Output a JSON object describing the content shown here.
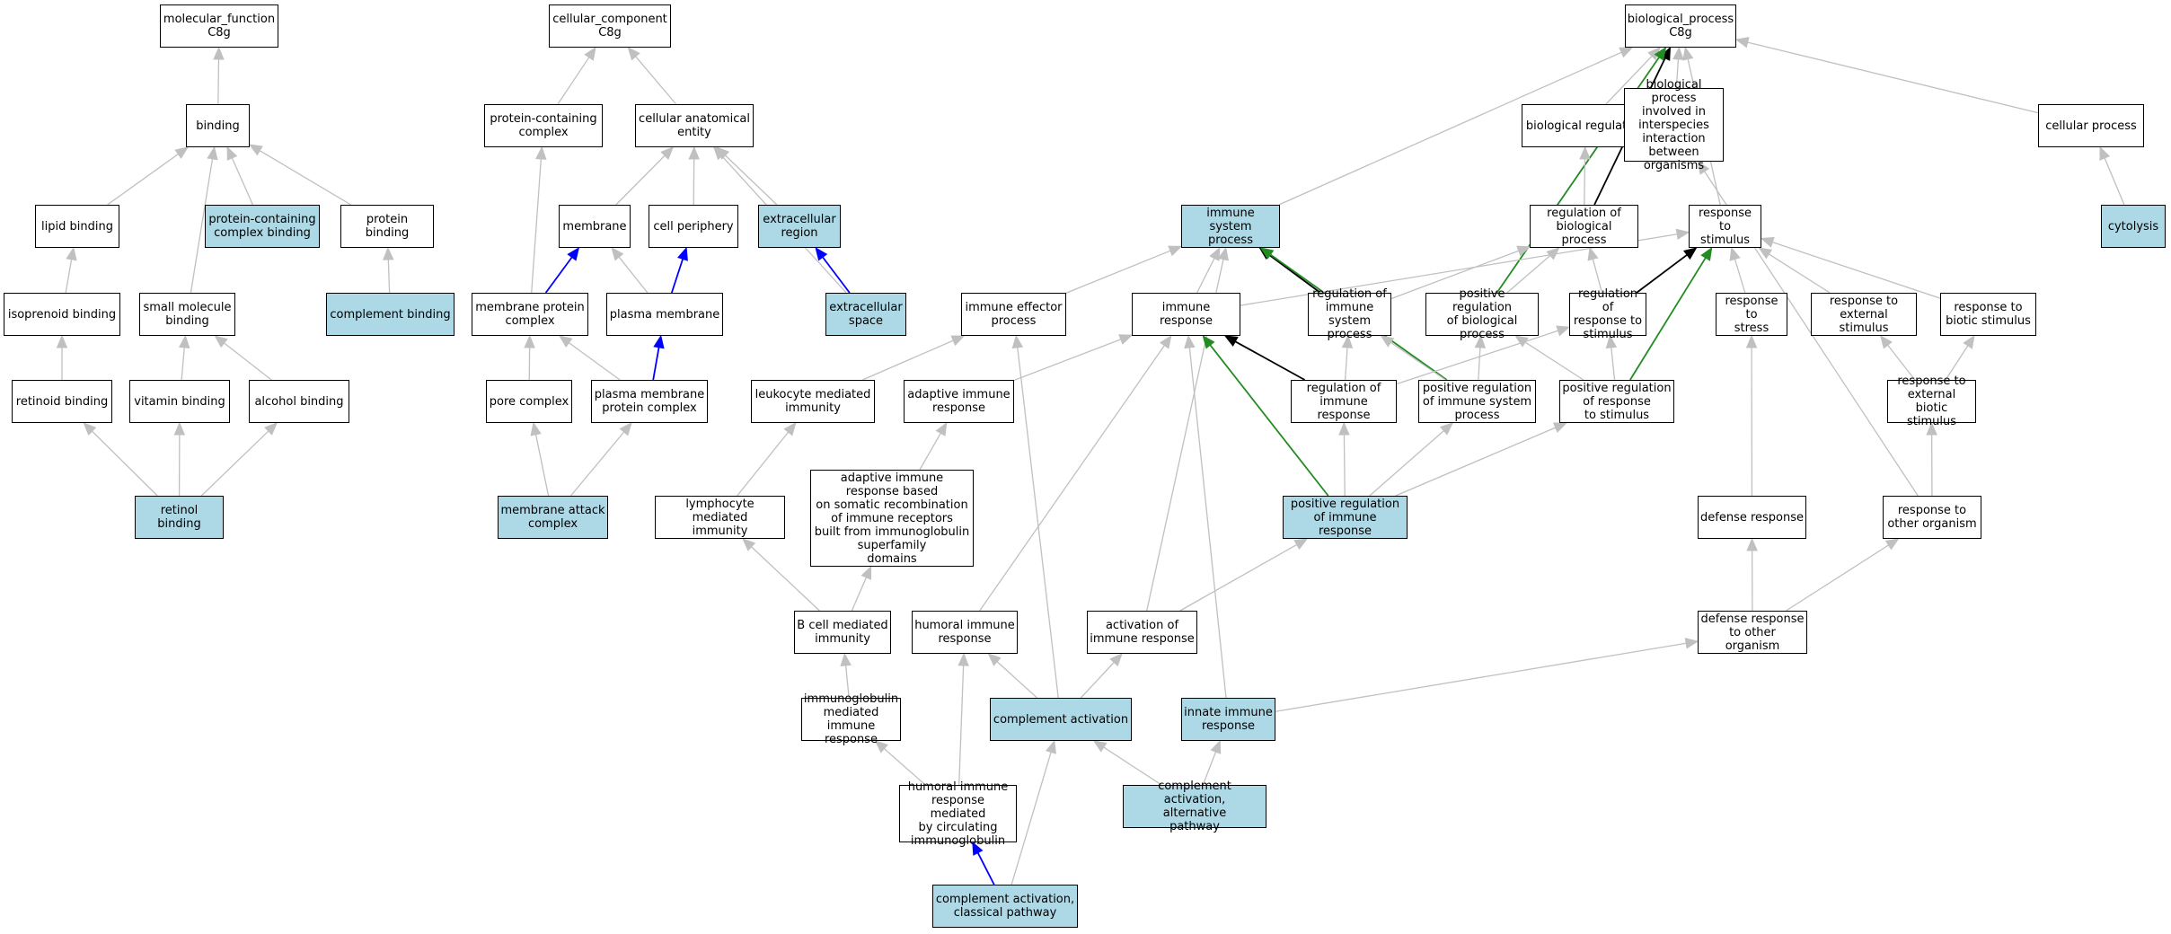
{
  "colors": {
    "highlight_fill": "#add8e6",
    "plain_fill": "#ffffff",
    "edge_grey": "#c0c0c0",
    "edge_black": "#000000",
    "edge_blue": "#0000ff",
    "edge_green": "#228b22"
  },
  "nodes": {
    "mf": {
      "label": "molecular_function\nC8g",
      "hl": false
    },
    "binding": {
      "label": "binding",
      "hl": false
    },
    "lipid_binding": {
      "label": "lipid binding",
      "hl": false
    },
    "pc_complex_binding": {
      "label": "protein-containing\ncomplex binding",
      "hl": true
    },
    "protein_binding": {
      "label": "protein binding",
      "hl": false
    },
    "isoprenoid_binding": {
      "label": "isoprenoid binding",
      "hl": false
    },
    "small_molecule_binding": {
      "label": "small molecule\nbinding",
      "hl": false
    },
    "complement_binding": {
      "label": "complement binding",
      "hl": true
    },
    "retinoid_binding": {
      "label": "retinoid binding",
      "hl": false
    },
    "vitamin_binding": {
      "label": "vitamin binding",
      "hl": false
    },
    "alcohol_binding": {
      "label": "alcohol binding",
      "hl": false
    },
    "retinol_binding": {
      "label": "retinol binding",
      "hl": true
    },
    "cc": {
      "label": "cellular_component\nC8g",
      "hl": false
    },
    "protein_containing_complex": {
      "label": "protein-containing\ncomplex",
      "hl": false
    },
    "cellular_anatomical_entity": {
      "label": "cellular anatomical\nentity",
      "hl": false
    },
    "membrane": {
      "label": "membrane",
      "hl": false
    },
    "cell_periphery": {
      "label": "cell periphery",
      "hl": false
    },
    "extracellular_region": {
      "label": "extracellular\nregion",
      "hl": true
    },
    "membrane_protein_complex": {
      "label": "membrane protein\ncomplex",
      "hl": false
    },
    "plasma_membrane": {
      "label": "plasma membrane",
      "hl": false
    },
    "extracellular_space": {
      "label": "extracellular\nspace",
      "hl": true
    },
    "pore_complex": {
      "label": "pore complex",
      "hl": false
    },
    "pm_protein_complex": {
      "label": "plasma membrane\nprotein complex",
      "hl": false
    },
    "membrane_attack_complex": {
      "label": "membrane attack\ncomplex",
      "hl": true
    },
    "bp": {
      "label": "biological_process\nC8g",
      "hl": false
    },
    "biological_regulation": {
      "label": "biological regulation",
      "hl": false
    },
    "bp_interspecies": {
      "label": "biological process\ninvolved in\ninterspecies\ninteraction\nbetween organisms",
      "hl": false
    },
    "cellular_process": {
      "label": "cellular process",
      "hl": false
    },
    "immune_system_process": {
      "label": "immune system\nprocess",
      "hl": true
    },
    "regulation_bp": {
      "label": "regulation of\nbiological process",
      "hl": false
    },
    "response_to_stimulus": {
      "label": "response to\nstimulus",
      "hl": false
    },
    "cytolysis": {
      "label": "cytolysis",
      "hl": true
    },
    "immune_effector_process": {
      "label": "immune effector\nprocess",
      "hl": false
    },
    "immune_response": {
      "label": "immune response",
      "hl": false
    },
    "reg_immune_system_process": {
      "label": "regulation of\nimmune system\nprocess",
      "hl": false
    },
    "pos_reg_bp": {
      "label": "positive regulation\nof biological\nprocess",
      "hl": false
    },
    "reg_response_to_stimulus": {
      "label": "regulation of\nresponse to\nstimulus",
      "hl": false
    },
    "response_to_stress": {
      "label": "response to\nstress",
      "hl": false
    },
    "response_external_stimulus": {
      "label": "response to\nexternal stimulus",
      "hl": false
    },
    "response_biotic_stimulus": {
      "label": "response to\nbiotic stimulus",
      "hl": false
    },
    "leukocyte_mediated_immunity": {
      "label": "leukocyte mediated\nimmunity",
      "hl": false
    },
    "adaptive_immune_response": {
      "label": "adaptive immune\nresponse",
      "hl": false
    },
    "reg_immune_response": {
      "label": "regulation of\nimmune response",
      "hl": false
    },
    "pos_reg_immune_system_process": {
      "label": "positive regulation\nof immune system\nprocess",
      "hl": false
    },
    "pos_reg_response_to_stimulus": {
      "label": "positive regulation\nof response\nto stimulus",
      "hl": false
    },
    "response_ext_biotic_stimulus": {
      "label": "response to\nexternal biotic\nstimulus",
      "hl": false
    },
    "adaptive_immune_response_somatic": {
      "label": "adaptive immune\nresponse based\non somatic recombination\nof immune receptors\nbuilt from immunoglobulin\nsuperfamily\ndomains",
      "hl": false
    },
    "lymphocyte_mediated_immunity": {
      "label": "lymphocyte mediated\nimmunity",
      "hl": false
    },
    "pos_reg_immune_response": {
      "label": "positive regulation\nof immune response",
      "hl": true
    },
    "defense_response": {
      "label": "defense response",
      "hl": false
    },
    "response_to_other_organism": {
      "label": "response to\nother organism",
      "hl": false
    },
    "b_cell_mediated_immunity": {
      "label": "B cell mediated\nimmunity",
      "hl": false
    },
    "humoral_immune_response": {
      "label": "humoral immune\nresponse",
      "hl": false
    },
    "activation_of_immune_response": {
      "label": "activation of\nimmune response",
      "hl": false
    },
    "defense_response_other_organism": {
      "label": "defense response\nto other organism",
      "hl": false
    },
    "immunoglobulin_mediated_immune_response": {
      "label": "immunoglobulin\nmediated immune\nresponse",
      "hl": false
    },
    "complement_activation": {
      "label": "complement activation",
      "hl": true
    },
    "innate_immune_response": {
      "label": "innate immune\nresponse",
      "hl": true
    },
    "humoral_circulating_ig": {
      "label": "humoral immune\nresponse mediated\nby circulating\nimmunoglobulin",
      "hl": false
    },
    "complement_activation_alternative": {
      "label": "complement activation,\nalternative\npathway",
      "hl": true
    },
    "complement_activation_classical": {
      "label": "complement activation,\nclassical pathway",
      "hl": true
    }
  },
  "edges": [
    [
      "binding",
      "mf",
      "grey"
    ],
    [
      "lipid_binding",
      "binding",
      "grey"
    ],
    [
      "pc_complex_binding",
      "binding",
      "grey"
    ],
    [
      "protein_binding",
      "binding",
      "grey"
    ],
    [
      "small_molecule_binding",
      "binding",
      "grey"
    ],
    [
      "isoprenoid_binding",
      "lipid_binding",
      "grey"
    ],
    [
      "complement_binding",
      "protein_binding",
      "grey"
    ],
    [
      "retinoid_binding",
      "isoprenoid_binding",
      "grey"
    ],
    [
      "vitamin_binding",
      "small_molecule_binding",
      "grey"
    ],
    [
      "alcohol_binding",
      "small_molecule_binding",
      "grey"
    ],
    [
      "retinol_binding",
      "retinoid_binding",
      "grey"
    ],
    [
      "retinol_binding",
      "vitamin_binding",
      "grey"
    ],
    [
      "retinol_binding",
      "alcohol_binding",
      "grey"
    ],
    [
      "protein_containing_complex",
      "cc",
      "grey"
    ],
    [
      "cellular_anatomical_entity",
      "cc",
      "grey"
    ],
    [
      "membrane",
      "cellular_anatomical_entity",
      "grey"
    ],
    [
      "cell_periphery",
      "cellular_anatomical_entity",
      "grey"
    ],
    [
      "extracellular_region",
      "cellular_anatomical_entity",
      "grey"
    ],
    [
      "extracellular_space",
      "cellular_anatomical_entity",
      "grey"
    ],
    [
      "membrane_protein_complex",
      "protein_containing_complex",
      "grey"
    ],
    [
      "membrane_protein_complex",
      "membrane",
      "blue"
    ],
    [
      "plasma_membrane",
      "membrane",
      "grey"
    ],
    [
      "plasma_membrane",
      "cell_periphery",
      "blue"
    ],
    [
      "extracellular_space",
      "extracellular_region",
      "blue"
    ],
    [
      "pore_complex",
      "membrane_protein_complex",
      "grey"
    ],
    [
      "pm_protein_complex",
      "membrane_protein_complex",
      "grey"
    ],
    [
      "pm_protein_complex",
      "plasma_membrane",
      "blue"
    ],
    [
      "membrane_attack_complex",
      "pore_complex",
      "grey"
    ],
    [
      "membrane_attack_complex",
      "pm_protein_complex",
      "grey"
    ],
    [
      "immune_system_process",
      "bp",
      "grey"
    ],
    [
      "biological_regulation",
      "bp",
      "grey"
    ],
    [
      "regulation_bp",
      "bp",
      "black"
    ],
    [
      "pos_reg_bp",
      "bp",
      "green"
    ],
    [
      "response_to_stimulus",
      "bp",
      "grey"
    ],
    [
      "bp_interspecies",
      "bp",
      "grey"
    ],
    [
      "cellular_process",
      "bp",
      "grey"
    ],
    [
      "regulation_bp",
      "biological_regulation",
      "grey"
    ],
    [
      "cytolysis",
      "cellular_process",
      "grey"
    ],
    [
      "immune_effector_process",
      "immune_system_process",
      "grey"
    ],
    [
      "immune_response",
      "immune_system_process",
      "grey"
    ],
    [
      "reg_immune_system_process",
      "immune_system_process",
      "black"
    ],
    [
      "pos_reg_immune_system_process",
      "immune_system_process",
      "green"
    ],
    [
      "activation_of_immune_response",
      "immune_system_process",
      "grey"
    ],
    [
      "reg_immune_system_process",
      "regulation_bp",
      "grey"
    ],
    [
      "pos_reg_bp",
      "regulation_bp",
      "grey"
    ],
    [
      "reg_response_to_stimulus",
      "regulation_bp",
      "grey"
    ],
    [
      "immune_response",
      "response_to_stimulus",
      "grey"
    ],
    [
      "reg_response_to_stimulus",
      "response_to_stimulus",
      "black"
    ],
    [
      "pos_reg_response_to_stimulus",
      "response_to_stimulus",
      "green"
    ],
    [
      "response_to_stress",
      "response_to_stimulus",
      "grey"
    ],
    [
      "response_external_stimulus",
      "response_to_stimulus",
      "grey"
    ],
    [
      "response_biotic_stimulus",
      "response_to_stimulus",
      "grey"
    ],
    [
      "leukocyte_mediated_immunity",
      "immune_effector_process",
      "grey"
    ],
    [
      "complement_activation",
      "immune_effector_process",
      "grey"
    ],
    [
      "adaptive_immune_response",
      "immune_response",
      "grey"
    ],
    [
      "reg_immune_response",
      "immune_response",
      "black"
    ],
    [
      "pos_reg_immune_response",
      "immune_response",
      "green"
    ],
    [
      "humoral_immune_response",
      "immune_response",
      "grey"
    ],
    [
      "innate_immune_response",
      "immune_response",
      "grey"
    ],
    [
      "reg_immune_response",
      "reg_immune_system_process",
      "grey"
    ],
    [
      "pos_reg_immune_system_process",
      "reg_immune_system_process",
      "grey"
    ],
    [
      "pos_reg_immune_system_process",
      "pos_reg_bp",
      "grey"
    ],
    [
      "pos_reg_response_to_stimulus",
      "pos_reg_bp",
      "grey"
    ],
    [
      "reg_immune_response",
      "reg_response_to_stimulus",
      "grey"
    ],
    [
      "pos_reg_response_to_stimulus",
      "reg_response_to_stimulus",
      "grey"
    ],
    [
      "defense_response",
      "response_to_stress",
      "grey"
    ],
    [
      "response_ext_biotic_stimulus",
      "response_external_stimulus",
      "grey"
    ],
    [
      "response_ext_biotic_stimulus",
      "response_biotic_stimulus",
      "grey"
    ],
    [
      "lymphocyte_mediated_immunity",
      "leukocyte_mediated_immunity",
      "grey"
    ],
    [
      "adaptive_immune_response_somatic",
      "adaptive_immune_response",
      "grey"
    ],
    [
      "pos_reg_immune_response",
      "reg_immune_response",
      "grey"
    ],
    [
      "pos_reg_immune_response",
      "pos_reg_immune_system_process",
      "grey"
    ],
    [
      "pos_reg_immune_response",
      "pos_reg_response_to_stimulus",
      "grey"
    ],
    [
      "response_to_other_organism",
      "response_ext_biotic_stimulus",
      "grey"
    ],
    [
      "response_to_other_organism",
      "bp_interspecies",
      "grey"
    ],
    [
      "b_cell_mediated_immunity",
      "lymphocyte_mediated_immunity",
      "grey"
    ],
    [
      "b_cell_mediated_immunity",
      "adaptive_immune_response_somatic",
      "grey"
    ],
    [
      "activation_of_immune_response",
      "pos_reg_immune_response",
      "grey"
    ],
    [
      "defense_response_other_organism",
      "defense_response",
      "grey"
    ],
    [
      "defense_response_other_organism",
      "response_to_other_organism",
      "grey"
    ],
    [
      "immunoglobulin_mediated_immune_response",
      "b_cell_mediated_immunity",
      "grey"
    ],
    [
      "complement_activation",
      "humoral_immune_response",
      "grey"
    ],
    [
      "complement_activation",
      "activation_of_immune_response",
      "grey"
    ],
    [
      "innate_immune_response",
      "defense_response_other_organism",
      "grey"
    ],
    [
      "humoral_circulating_ig",
      "immunoglobulin_mediated_immune_response",
      "grey"
    ],
    [
      "humoral_circulating_ig",
      "humoral_immune_response",
      "grey"
    ],
    [
      "complement_activation_alternative",
      "complement_activation",
      "grey"
    ],
    [
      "complement_activation_alternative",
      "innate_immune_response",
      "grey"
    ],
    [
      "complement_activation_classical",
      "humoral_circulating_ig",
      "blue"
    ],
    [
      "complement_activation_classical",
      "complement_activation",
      "grey"
    ]
  ]
}
